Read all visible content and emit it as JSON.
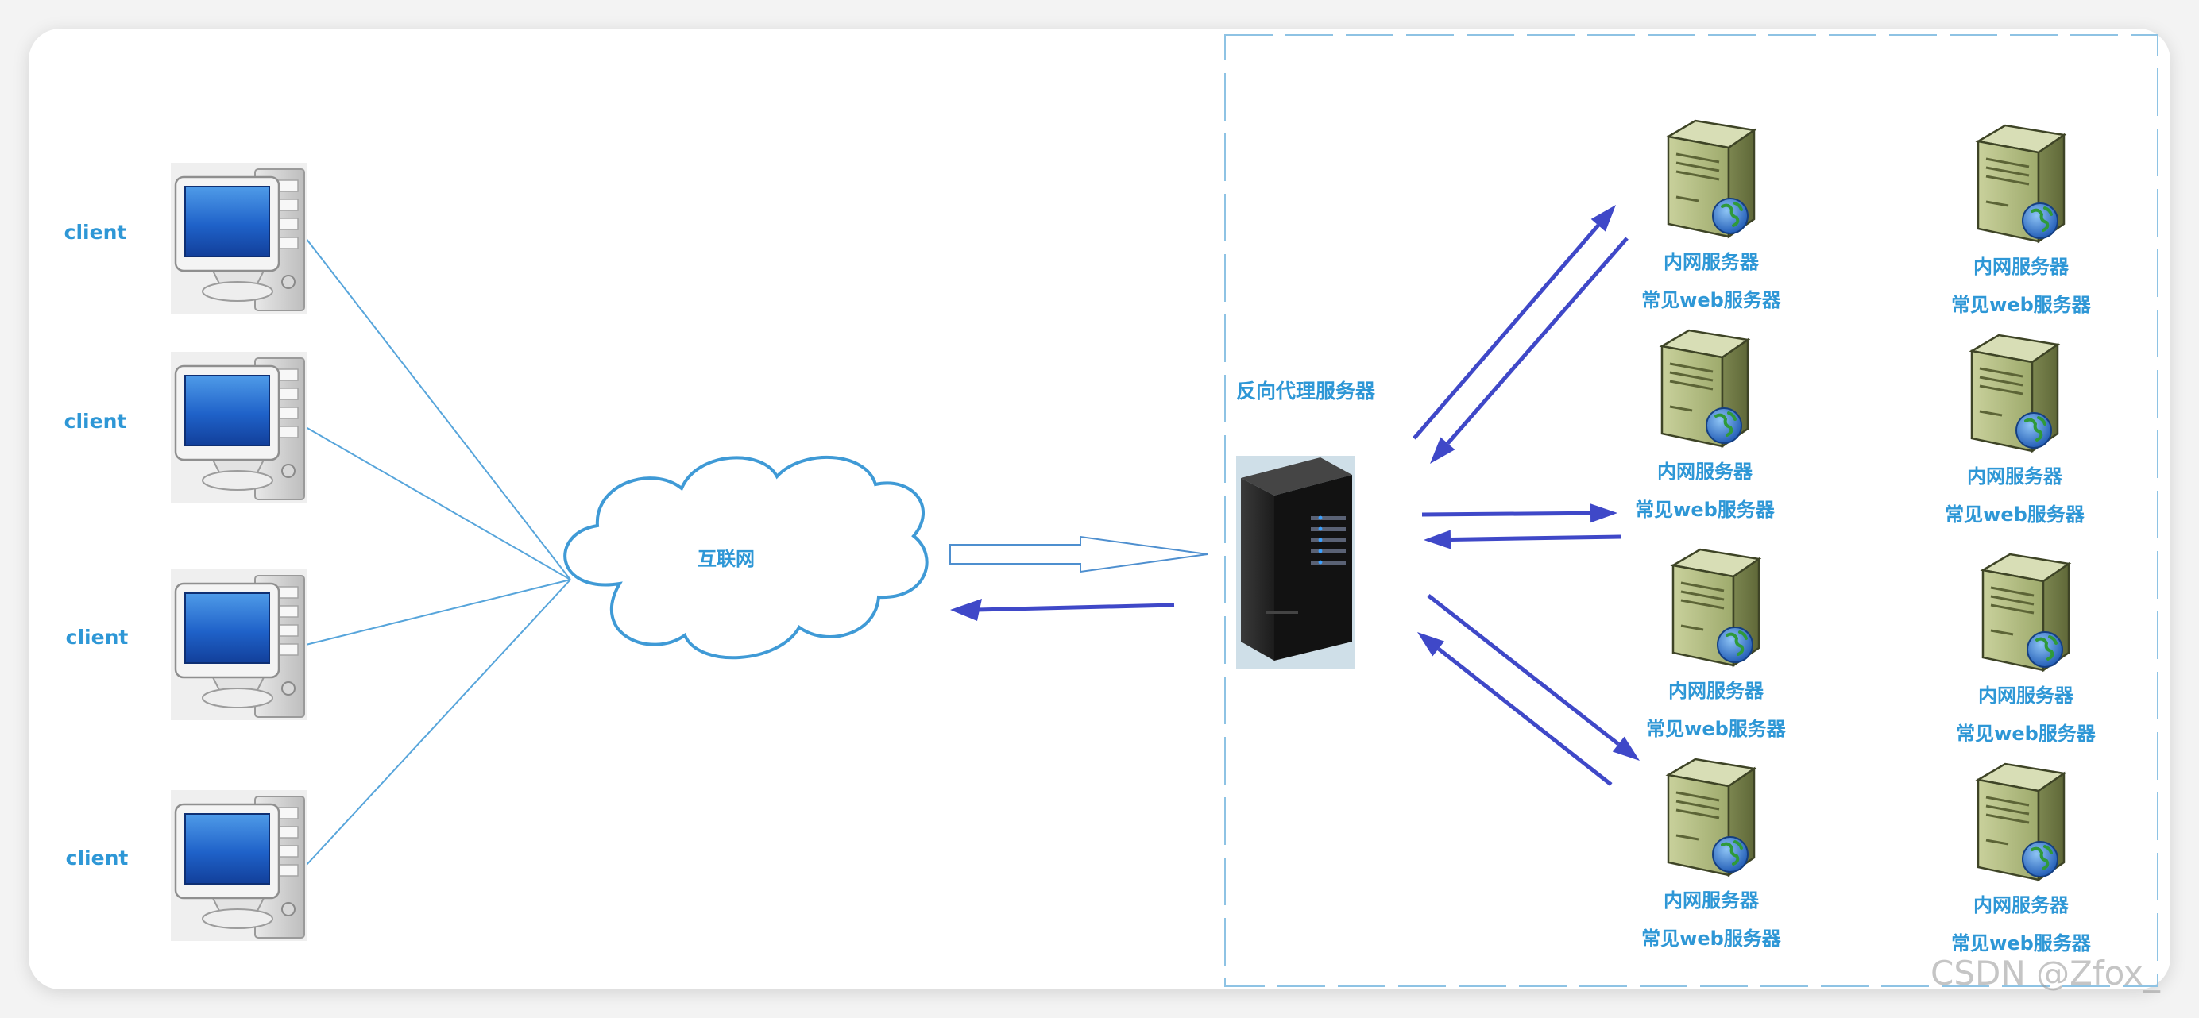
{
  "clients": [
    {
      "label": "client"
    },
    {
      "label": "client"
    },
    {
      "label": "client"
    },
    {
      "label": "client"
    }
  ],
  "internet": {
    "label": "互联网"
  },
  "proxy": {
    "label": "反向代理服务器"
  },
  "servers": [
    {
      "line1": "内网服务器",
      "line2": "常见web服务器"
    },
    {
      "line1": "内网服务器",
      "line2": "常见web服务器"
    },
    {
      "line1": "内网服务器",
      "line2": "常见web服务器"
    },
    {
      "line1": "内网服务器",
      "line2": "常见web服务器"
    },
    {
      "line1": "内网服务器",
      "line2": "常见web服务器"
    },
    {
      "line1": "内网服务器",
      "line2": "常见web服务器"
    },
    {
      "line1": "内网服务器",
      "line2": "常见web服务器"
    },
    {
      "line1": "内网服务器",
      "line2": "常见web服务器"
    }
  ],
  "colors": {
    "label": "#2e97d6",
    "arrow": "#3f48c8",
    "connector": "#57a5db",
    "cloud_stroke": "#3f9ad6",
    "zone_border": "#8ec3e4",
    "monitor_screen": "#1e63c8",
    "server_body": "#a9b47a",
    "globe": "#2f6fc2",
    "proxy_tower": "#2b2b2b"
  },
  "icons": {
    "client": "desktop-computer-icon",
    "internet": "cloud-icon",
    "proxy": "server-tower-icon",
    "server": "web-server-globe-icon"
  },
  "watermark": "CSDN @Zfox_"
}
